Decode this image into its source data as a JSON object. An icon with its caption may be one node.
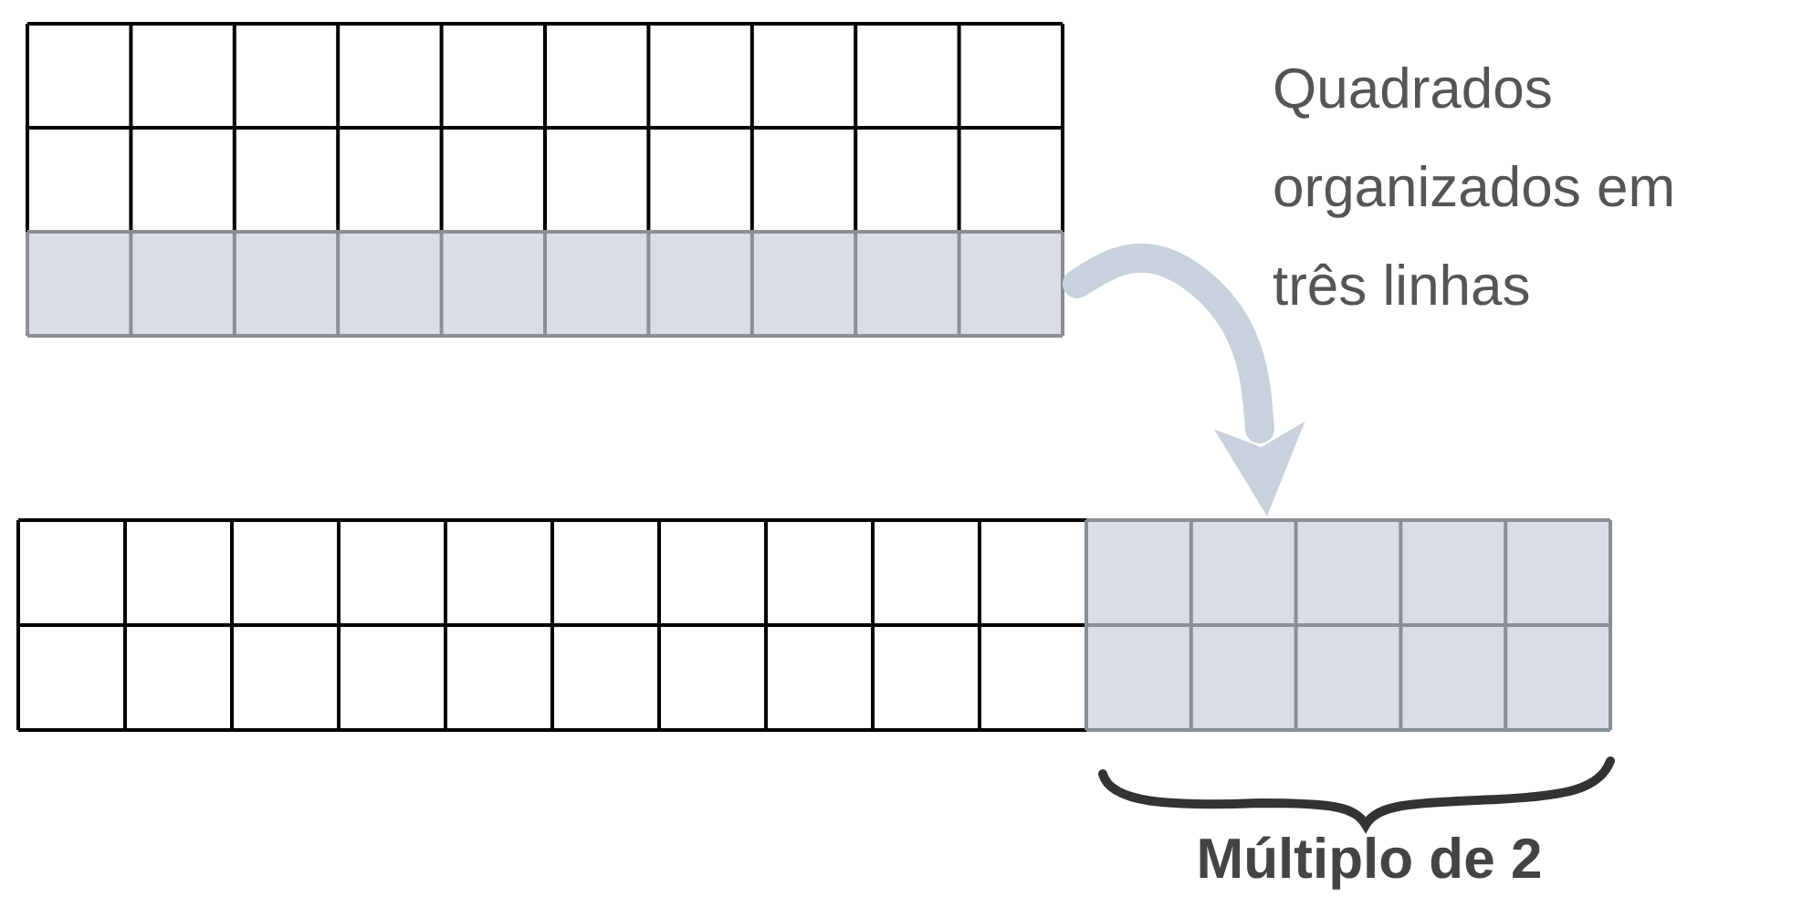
{
  "diagram": {
    "nodes": [
      {
        "text": [],
        "shape": "box"
      },
      {
        "text": [],
        "shape": "box",
        "in": 0
      },
      {
        "text": [],
        "shape": "box"
      },
      {
        "text": [],
        "shape": "box"
      }
    ],
    "edges": [
      {
        "from": 1,
        "to": 3,
        "arrow": "to"
      }
    ],
    "labels": [
      "Quadrados organizados em três linhas",
      "Múltiplo de 2"
    ]
  }
}
